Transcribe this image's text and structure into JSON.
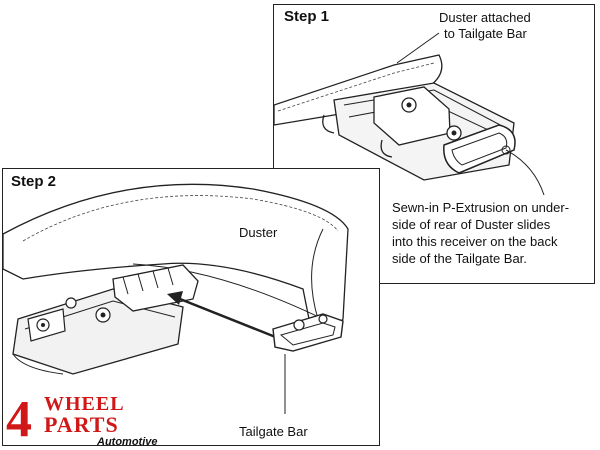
{
  "step1": {
    "title": "Step 1",
    "callout_top_line1": "Duster attached",
    "callout_top_line2": "to Tailgate Bar",
    "callout_bottom_line1": "Sewn-in P-Extrusion on under-",
    "callout_bottom_line2": "side of rear of Duster slides",
    "callout_bottom_line3": "into this receiver on the back",
    "callout_bottom_line4": "side of the Tailgate Bar."
  },
  "step2": {
    "title": "Step 2",
    "duster_label": "Duster",
    "tailgate_bar_label": "Tailgate Bar"
  },
  "logo": {
    "number": "4",
    "word1": "WHEEL",
    "word2": "PARTS",
    "tagline": "Automotive",
    "brand_color": "#d01818"
  }
}
